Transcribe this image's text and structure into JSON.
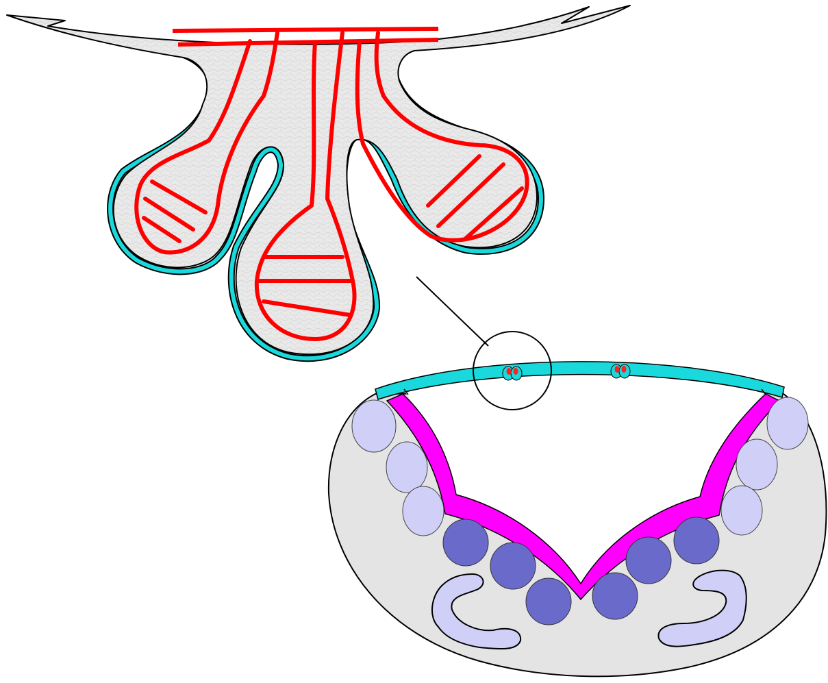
{
  "diagram": {
    "type": "schematic-illustration",
    "labels": [],
    "colors": {
      "background": "#ffffff",
      "tissue_fill": "#e9e9e9",
      "outline": "#000000",
      "red_lines": "#ff0000",
      "surface_layer": "#1ad9dc",
      "magenta_layer": "#ff00ff",
      "light_ovals": "#cfcff8",
      "dark_ovals": "#6a6acb",
      "cross_section_fill": "#e4e4e4"
    },
    "icons": [
      "magnifier-circle",
      "cell-pair-marker"
    ]
  }
}
